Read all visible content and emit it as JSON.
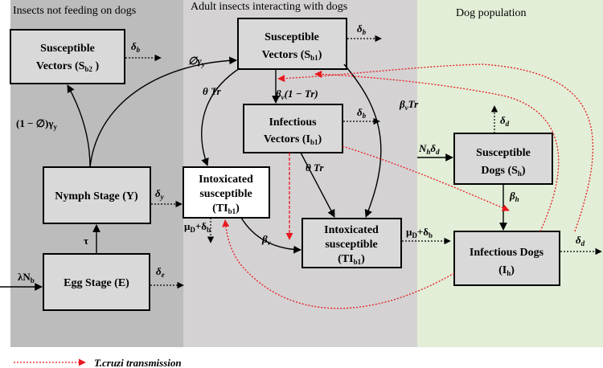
{
  "panels": {
    "left": "Insects not feeding on dogs",
    "middle": "Adult insects interacting with dogs",
    "right": "Dog population"
  },
  "colors": {
    "left_panel": "#bcbcbc",
    "middle_panel": "#d4d2d3",
    "right_panel": "#e2eed7",
    "box_fill": "#d9d9d9",
    "transmission": "#e8191f"
  },
  "boxes": {
    "sb2": {
      "line1": "Susceptible",
      "line2_main": "Vectors (S",
      "line2_sub": "b2",
      "line2_end": " )"
    },
    "nymph": {
      "line1": "Nymph Stage (Y)"
    },
    "egg": {
      "line1": "Egg Stage (E)"
    },
    "sb1": {
      "line1": "Susceptible",
      "line2_main": "Vectors (S",
      "line2_sub": "b1",
      "line2_end": ")"
    },
    "ib1": {
      "line1": "Infectious",
      "line2_main": "Vectors (I",
      "line2_sub": "b1",
      "line2_end": ")"
    },
    "tib1_left": {
      "line1": "Intoxicated",
      "line2": "susceptible",
      "line3_main": "(TI",
      "line3_sub": "b1",
      "line3_end": ")"
    },
    "tib1_bottom": {
      "line1": "Intoxicated",
      "line2": "susceptible",
      "line3_main": "(TI",
      "line3_sub": "b1",
      "line3_end": ")"
    },
    "sh": {
      "line1": "Susceptible",
      "line2_main": "Dogs (S",
      "line2_sub": "h",
      "line2_end": ")"
    },
    "ih": {
      "line1": "Infectious Dogs",
      "line2_main": "(I",
      "line2_sub": "h",
      "line2_end": ")"
    }
  },
  "labels": {
    "delta_b2": {
      "main": "δ",
      "sub": "b"
    },
    "emigration": {
      "main": "∅γ",
      "sub": "y"
    },
    "one_minus": {
      "main": "(1 − ∅)γ",
      "sub": "y"
    },
    "delta_y": {
      "main": "δ",
      "sub": "y"
    },
    "tau": "τ",
    "lambda_nb": {
      "main": "λN",
      "sub": "b"
    },
    "delta_e": {
      "main": "δ",
      "sub": "e"
    },
    "delta_b_sb1": {
      "main": "δ",
      "sub": "b"
    },
    "theta_tr_left": "θ Tr",
    "beta_v_one_minus": {
      "main": "β",
      "sub": "v",
      "end": "(1 − Tr)"
    },
    "beta_v_tr": {
      "main": "β",
      "sub": "v",
      "end": "Tr"
    },
    "delta_b_ib1": {
      "main": "δ",
      "sub": "b"
    },
    "theta_tr_mid": "θ Tr",
    "mu_delta_left": {
      "a": "μ",
      "a_sub": "D",
      "b": "+δ",
      "b_sub": "b"
    },
    "beta_v_mid": {
      "main": "β",
      "sub": "v"
    },
    "mu_delta_right": {
      "a": "μ",
      "a_sub": "D",
      "b": "+δ",
      "b_sub": "b"
    },
    "delta_d_top": {
      "main": "δ",
      "sub": "d"
    },
    "nh_delta_d": {
      "a": "N",
      "a_sub": "h",
      "b": "δ",
      "b_sub": "d"
    },
    "beta_h": {
      "main": "β",
      "sub": "h"
    },
    "delta_d_right": {
      "main": "δ",
      "sub": "d"
    }
  },
  "legend": {
    "label": "T.cruzi transmission"
  }
}
